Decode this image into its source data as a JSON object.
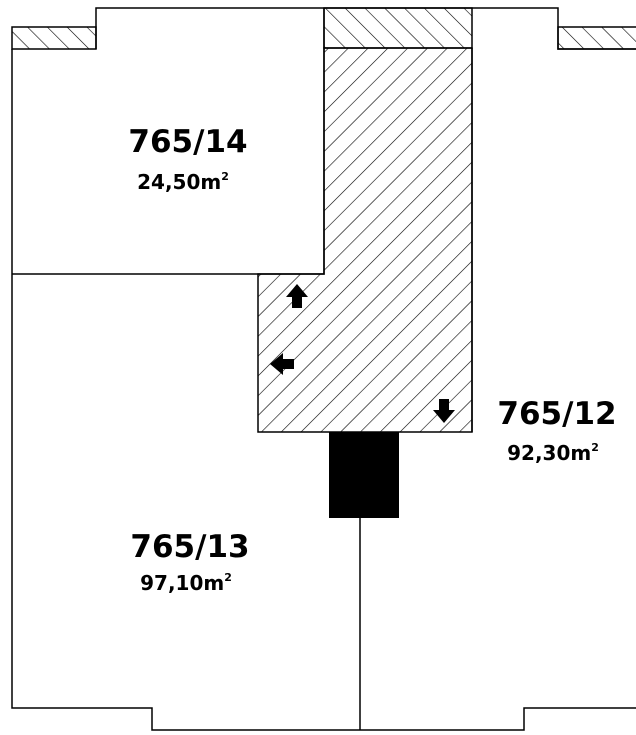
{
  "plots": [
    {
      "id": "765/14",
      "area": "24,50",
      "unit": "m",
      "unit_sup": "2"
    },
    {
      "id": "765/12",
      "area": "92,30",
      "unit": "m",
      "unit_sup": "2"
    },
    {
      "id": "765/13",
      "area": "97,10",
      "unit": "m",
      "unit_sup": "2"
    }
  ],
  "colors": {
    "line": "#000000",
    "background": "#ffffff",
    "hatch": "#000000",
    "building": "#000000"
  },
  "icons": [
    "arrow-up-icon",
    "arrow-left-icon",
    "arrow-down-icon"
  ]
}
